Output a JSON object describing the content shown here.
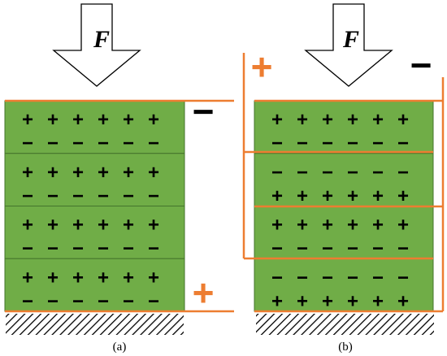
{
  "colors": {
    "layer_fill": "#70ad47",
    "layer_edge": "#44742c",
    "electrode": "#ed7d31",
    "ink": "#000000",
    "ground_hatch": "#000000"
  },
  "panel_a": {
    "force_label": "F",
    "caption": "(a)",
    "top_electrode_sign": "−",
    "bottom_electrode_sign": "+",
    "layers": [
      {
        "top_row": "+",
        "bottom_row": "−"
      },
      {
        "top_row": "+",
        "bottom_row": "−"
      },
      {
        "top_row": "+",
        "bottom_row": "−"
      },
      {
        "top_row": "+",
        "bottom_row": "−"
      }
    ]
  },
  "panel_b": {
    "force_label": "F",
    "caption": "(b)",
    "left_electrode_sign": "+",
    "right_electrode_sign": "−",
    "layers": [
      {
        "top_row": "+",
        "bottom_row": "−"
      },
      {
        "top_row": "−",
        "bottom_row": "+"
      },
      {
        "top_row": "+",
        "bottom_row": "−"
      },
      {
        "top_row": "−",
        "bottom_row": "+"
      }
    ]
  },
  "charges_per_row": 6,
  "icons": {
    "force_arrow": "down-arrow-outline-icon",
    "ground": "hatched-ground-icon"
  }
}
